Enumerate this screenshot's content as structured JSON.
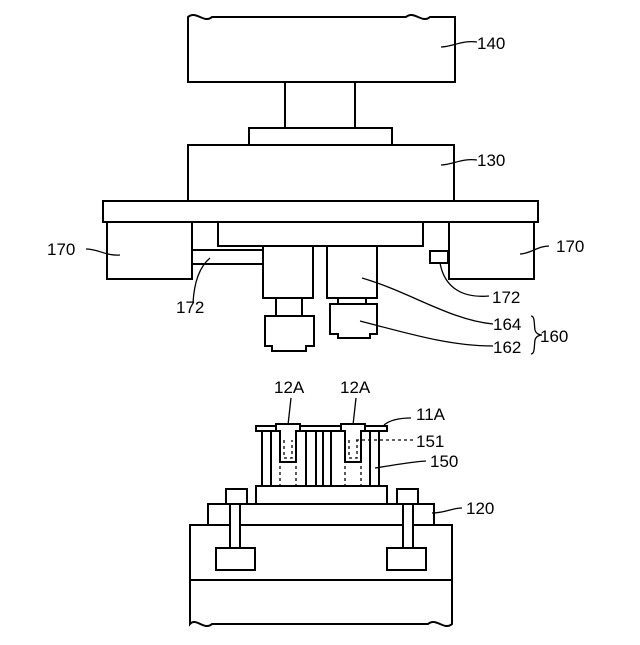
{
  "labels": {
    "l140": "140",
    "l130": "130",
    "l170_left": "170",
    "l170_right": "170",
    "l172_left": "172",
    "l172_right": "172",
    "l164": "164",
    "l162": "162",
    "l160": "160",
    "l12A_left": "12A",
    "l12A_right": "12A",
    "l11A": "11A",
    "l151": "151",
    "l150": "150",
    "l120": "120"
  },
  "colors": {
    "line": "#000000",
    "background": "#ffffff"
  }
}
